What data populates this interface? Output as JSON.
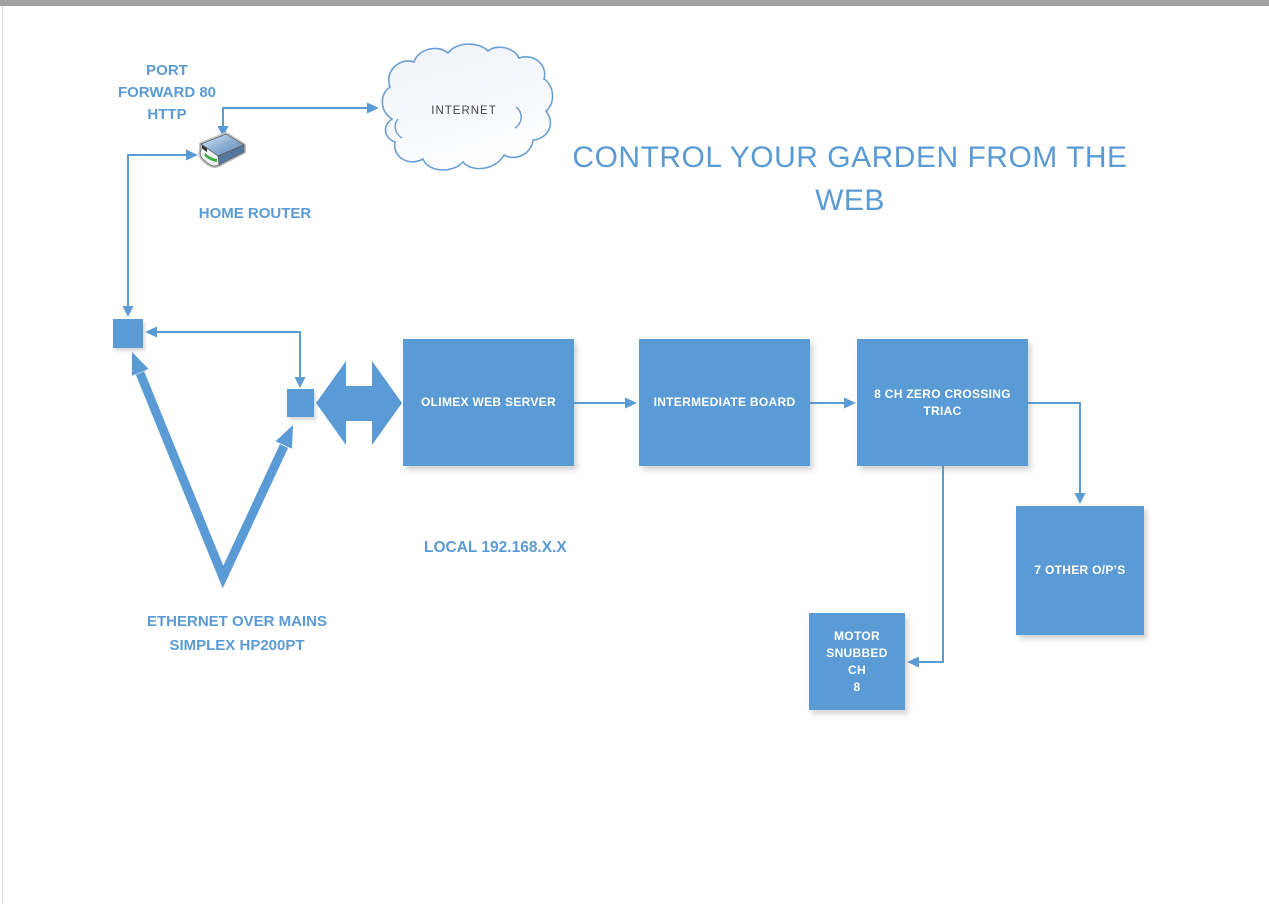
{
  "page": {
    "kind": "network-diagram-slide",
    "background": "#ffffff",
    "top_bar_color": "#a2a2a2",
    "accent_color": "#5b9bd5",
    "node_text_color": "#ffffff",
    "internet_text_color": "#454545"
  },
  "title": {
    "lines": [
      "CONTROL YOUR GARDEN FROM THE",
      "WEB"
    ]
  },
  "annotations": {
    "port_forward_lines": [
      "PORT",
      "FORWARD 80",
      "HTTP"
    ],
    "home_router": "HOME ROUTER",
    "internet": "INTERNET",
    "local_ip": "LOCAL 192.168.X.X",
    "ethernet_lines": [
      "ETHERNET OVER MAINS",
      "SIMPLEX HP200PT"
    ]
  },
  "nodes": {
    "olimex": {
      "label": "OLIMEX WEB SERVER"
    },
    "intermediate": {
      "label": "INTERMEDIATE BOARD"
    },
    "triac_lines": [
      "8 CH ZERO CROSSING",
      "TRIAC"
    ],
    "other_outputs": {
      "label": "7 OTHER O/P’S"
    },
    "motor_lines": [
      "MOTOR",
      "SNUBBED CH",
      "8"
    ]
  },
  "connections": [
    {
      "from": "home-router",
      "to": "internet-cloud",
      "style": "elbow-double-arrow"
    },
    {
      "from": "mains-adapter-1",
      "to": "home-router",
      "style": "elbow-double-arrow"
    },
    {
      "from": "mains-adapter-2",
      "to": "mains-adapter-1",
      "style": "elbow-double-arrow"
    },
    {
      "from": "ethernet-over-mains",
      "to": "mains-adapter-1",
      "style": "thick-arrow"
    },
    {
      "from": "ethernet-over-mains",
      "to": "mains-adapter-2",
      "style": "thick-arrow"
    },
    {
      "from": "mains-adapter-2",
      "to": "olimex",
      "style": "block-double-arrow"
    },
    {
      "from": "olimex",
      "to": "intermediate",
      "style": "arrow"
    },
    {
      "from": "intermediate",
      "to": "triac",
      "style": "arrow"
    },
    {
      "from": "triac",
      "to": "other_outputs",
      "style": "elbow-arrow"
    },
    {
      "from": "triac",
      "to": "motor",
      "style": "elbow-arrow"
    }
  ]
}
